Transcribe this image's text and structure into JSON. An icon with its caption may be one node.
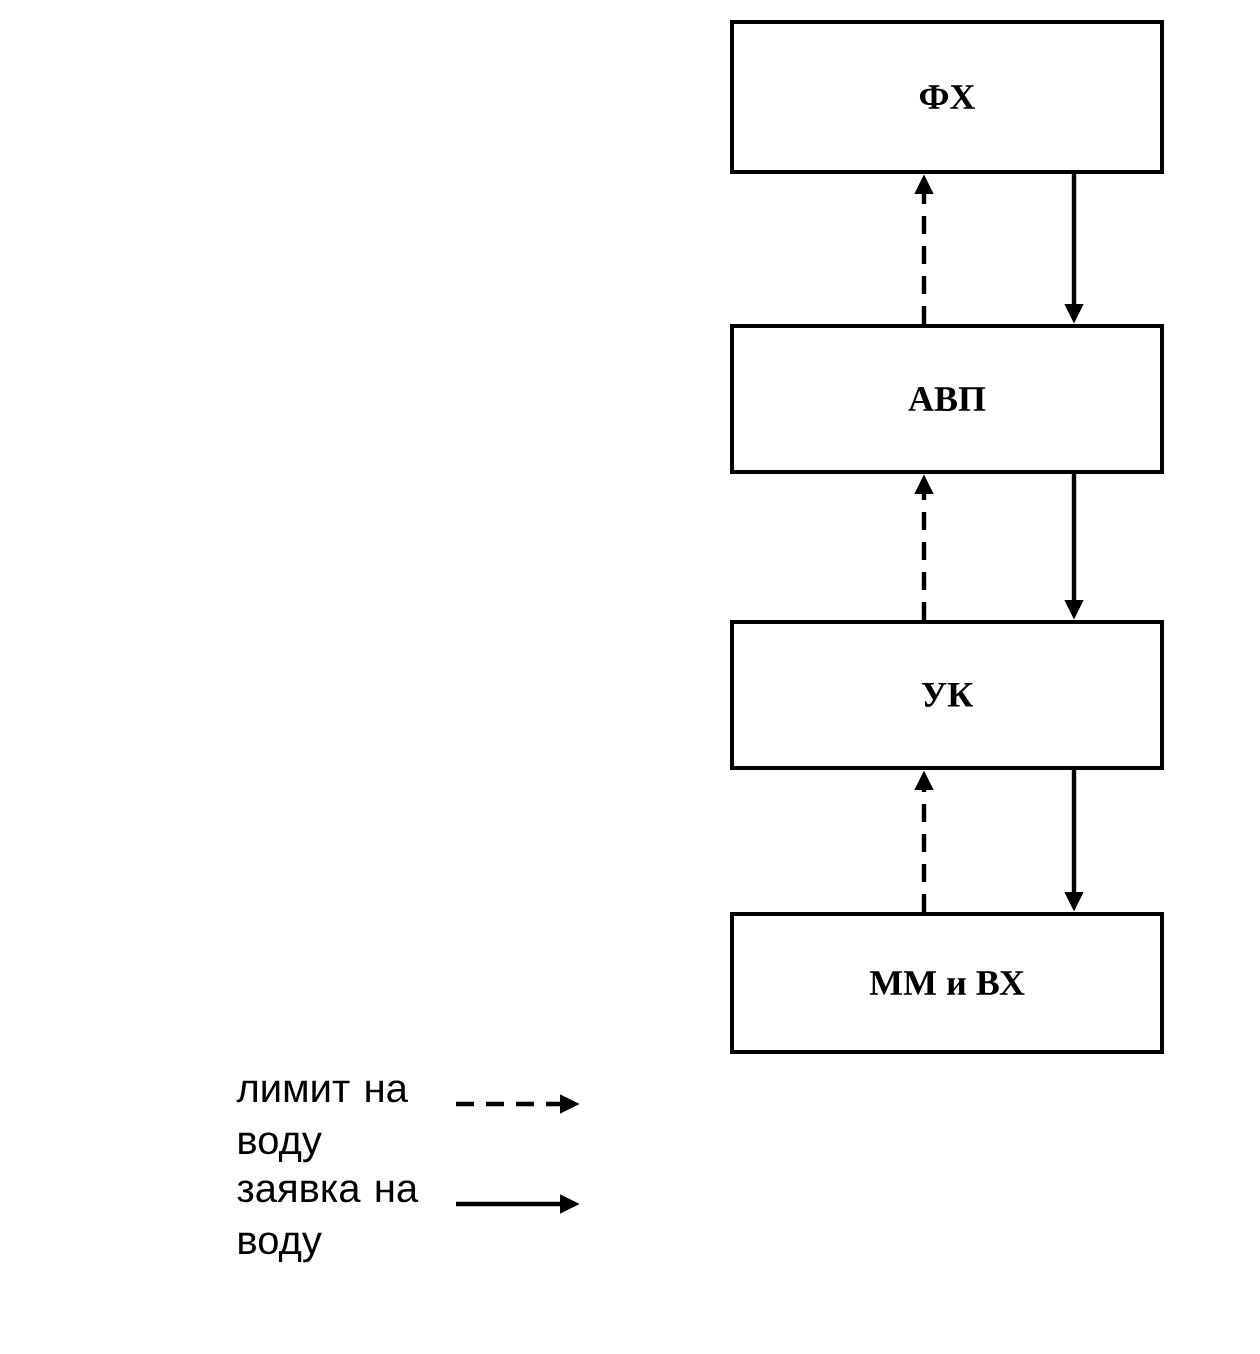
{
  "diagram": {
    "nodes": [
      {
        "text": [
          "ФХ"
        ]
      },
      {
        "text": [
          "АВП"
        ]
      },
      {
        "text": [
          "УК"
        ]
      },
      {
        "text": [
          "ММ и ВХ"
        ]
      }
    ],
    "edges": [
      {
        "from": 1,
        "to": 0,
        "arrow": "to",
        "style": "dashed"
      },
      {
        "from": 0,
        "to": 1,
        "arrow": "to"
      },
      {
        "from": 2,
        "to": 1,
        "arrow": "to",
        "style": "dashed"
      },
      {
        "from": 1,
        "to": 2,
        "arrow": "to"
      },
      {
        "from": 3,
        "to": 2,
        "arrow": "to",
        "style": "dashed"
      },
      {
        "from": 2,
        "to": 3,
        "arrow": "to"
      }
    ],
    "legend": [
      {
        "text": "лимит на воду"
      },
      {
        "text": "заявка на воду"
      }
    ]
  }
}
